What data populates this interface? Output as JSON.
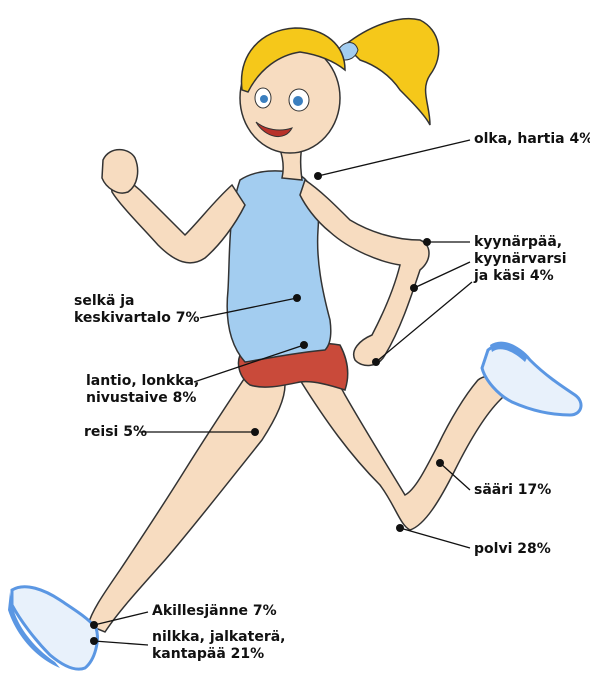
{
  "labels": {
    "shoulder": [
      "olka, hartia 4%"
    ],
    "elbow": [
      "kyynärpää,",
      "kyynärvarsi",
      "ja käsi 4%"
    ],
    "back": [
      "selkä ja",
      "keskivartalo 7%"
    ],
    "hip": [
      "lantio, lonkka,",
      "nivustaive 8%"
    ],
    "thigh": [
      "reisi 5%"
    ],
    "shin": [
      "sääri 17%"
    ],
    "knee": [
      "polvi 28%"
    ],
    "achilles": [
      "Akillesjänne 7%"
    ],
    "ankle": [
      "nilkka, jalkaterä,",
      "kantapää 21%"
    ]
  },
  "colors": {
    "skin": "#f7dcc0",
    "hair": "#f5c81a",
    "shirt": "#a3cdf0",
    "shorts": "#c94a3a",
    "shoe": "#5b97e3",
    "outline": "#333333"
  }
}
